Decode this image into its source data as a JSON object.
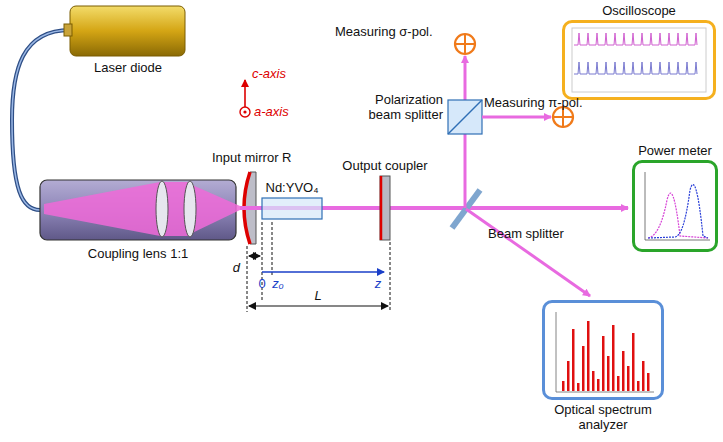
{
  "diagram": {
    "nodes": [
      {
        "text": [
          "Oscilloscope"
        ]
      },
      {
        "text": [
          "Power meter"
        ]
      },
      {
        "text": [
          "Optical spectrum analyzer"
        ]
      }
    ],
    "labels": [
      "Measuring σ-pol.",
      "Measuring π-pol.",
      "Polarization beam splitter",
      "Laser diode",
      "c-axis",
      "a-axis",
      "Input mirror R",
      "Nd:YVO₄",
      "Output coupler",
      "Beam splitter",
      "Coupling lens 1:1",
      "d",
      "0",
      "zₒ",
      "z",
      "L"
    ]
  }
}
